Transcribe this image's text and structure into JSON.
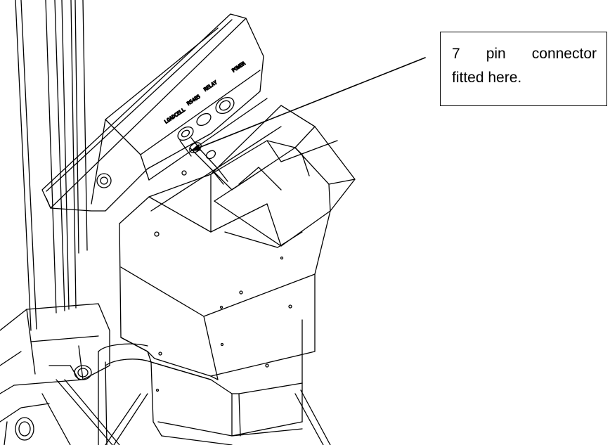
{
  "callout": {
    "line1": "7 pin connector",
    "line2": "fitted here."
  },
  "ports": [
    {
      "label": "LOADCELL"
    },
    {
      "label": "RS485"
    },
    {
      "label": "RELAY"
    },
    {
      "label": "POWER"
    }
  ],
  "colors": {
    "stroke": "#000000",
    "background": "#ffffff"
  }
}
